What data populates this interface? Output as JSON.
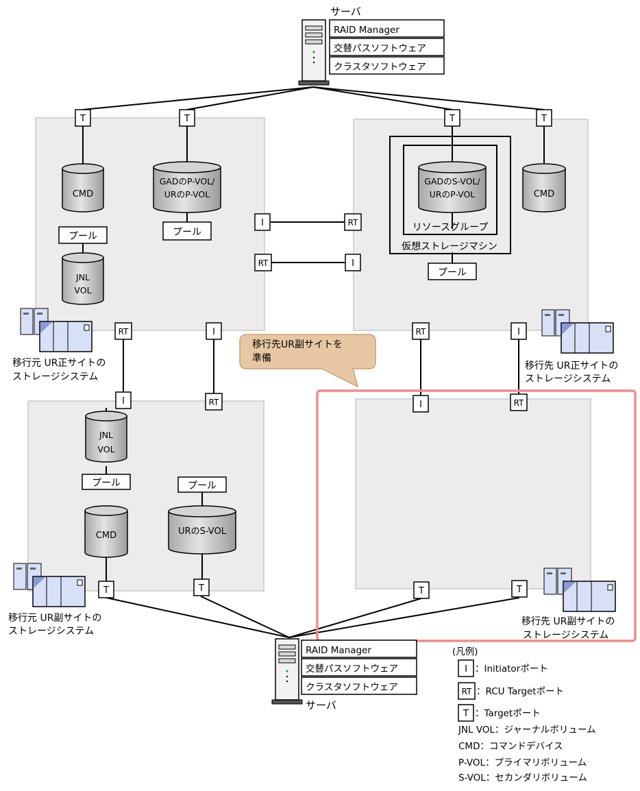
{
  "server_top": {
    "label": "サーバ",
    "software": [
      "RAID Manager",
      "交替パスソフトウェア",
      "クラスタソフトウェア"
    ]
  },
  "server_bottom": {
    "label": "サーバ",
    "software": [
      "RAID Manager",
      "交替パスソフトウェア",
      "クラスタソフトウェア"
    ]
  },
  "ports": {
    "target": "T",
    "initiator": "I",
    "rcu_target": "RT"
  },
  "storage_top_left": {
    "caption": [
      "移行元 UR正サイトの",
      "ストレージシステム"
    ],
    "cmd": "CMD",
    "pvol": [
      "GADのP-VOL/",
      "URのP-VOL"
    ],
    "pool": "プール",
    "jnl_pool": "プール",
    "jnl": [
      "JNL",
      "VOL"
    ]
  },
  "storage_top_right": {
    "caption": [
      "移行先 UR正サイトの",
      "ストレージシステム"
    ],
    "cmd": "CMD",
    "svol": [
      "GADのS-VOL/",
      "URのP-VOL"
    ],
    "resource_group": "リソースグループ",
    "virtual_storage": "仮想ストレージマシン",
    "pool": "プール"
  },
  "storage_bottom_left": {
    "caption": [
      "移行元 UR副サイトの",
      "ストレージシステム"
    ],
    "jnl": [
      "JNL",
      "VOL"
    ],
    "jnl_pool": "プール",
    "cmd": "CMD",
    "svol": "URのS-VOL",
    "svol_pool": "プール"
  },
  "storage_bottom_right": {
    "caption": [
      "移行先 UR副サイトの",
      "ストレージシステム"
    ]
  },
  "callout": [
    "移行先UR副サイトを",
    "準備"
  ],
  "legend": {
    "title": "(凡例)",
    "items": [
      {
        "symbol": "I",
        "text": "：Initiatorポート"
      },
      {
        "symbol": "RT",
        "text": "：RCU Targetポート"
      },
      {
        "symbol": "T",
        "text": "：Targetポート"
      }
    ],
    "notes": [
      "JNL VOL：ジャーナルボリューム",
      "CMD：コマンドデバイス",
      "P-VOL：プライマリボリューム",
      "S-VOL：セカンダリボリューム"
    ]
  },
  "colors": {
    "storage_fill": "#ececec",
    "storage_border": "#c8c8c8",
    "highlight": "#f08c8c",
    "callout_fill": "#e8c8a4",
    "callout_border": "#c9a072",
    "volume_fill": "#c8c8c8",
    "device_fill": "#d8e0f8"
  }
}
